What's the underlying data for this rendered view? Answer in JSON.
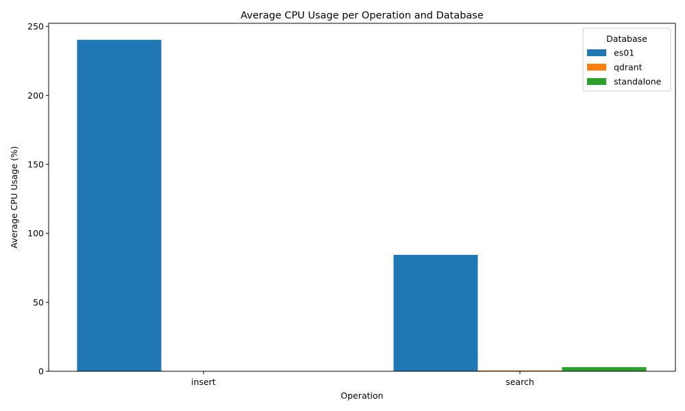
{
  "chart_data": {
    "type": "bar",
    "title": "Average CPU Usage per Operation and Database",
    "xlabel": "Operation",
    "ylabel": "Average CPU Usage (%)",
    "categories": [
      "insert",
      "search"
    ],
    "series": [
      {
        "name": "es01",
        "color": "#1f77b4",
        "values": [
          240.3,
          84.4
        ]
      },
      {
        "name": "qdrant",
        "color": "#ff7f0e",
        "values": [
          0,
          0.6
        ]
      },
      {
        "name": "standalone",
        "color": "#2ca02c",
        "values": [
          0,
          3.0
        ]
      }
    ],
    "ylim": [
      0,
      252.3
    ],
    "yticks": [
      0,
      50,
      100,
      150,
      200,
      250
    ],
    "ytick_labels": [
      "0",
      "50",
      "100",
      "150",
      "200",
      "250"
    ],
    "legend": {
      "title": "Database",
      "placement": "top-right"
    },
    "grid": false
  }
}
